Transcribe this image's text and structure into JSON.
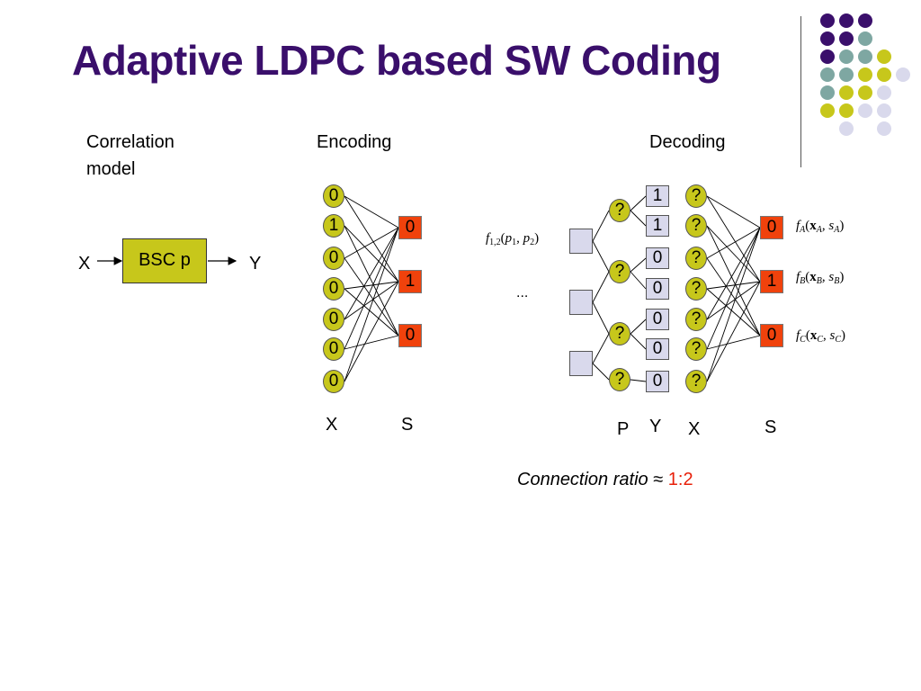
{
  "title": "Adaptive LDPC based SW Coding",
  "correlation": {
    "heading_line1": "Correlation",
    "heading_line2": "model",
    "box_label": "BSC p",
    "input_label": "X",
    "output_label": "Y"
  },
  "encoding": {
    "heading": "Encoding",
    "x_bits": [
      "0",
      "1",
      "0",
      "0",
      "0",
      "0",
      "0"
    ],
    "s_bits": [
      "0",
      "1",
      "0"
    ],
    "x_label": "X",
    "s_label": "S"
  },
  "decoding": {
    "heading": "Decoding",
    "p_factor": "f1,2(p1, p2)",
    "ellipsis": "...",
    "y_bits": [
      "1",
      "1",
      "0",
      "0",
      "0",
      "0",
      "0"
    ],
    "x_unknown": [
      "?",
      "?",
      "?",
      "?",
      "?",
      "?",
      "?"
    ],
    "p_unknown": [
      "?",
      "?",
      "?",
      "?"
    ],
    "s_bits": [
      "0",
      "1",
      "0"
    ],
    "s_funcs": [
      "fA(xA, sA)",
      "fB(xB, sB)",
      "fC(xC, sC)"
    ],
    "labels": {
      "p": "P",
      "y": "Y",
      "x": "X",
      "s": "S"
    }
  },
  "connection_ratio": {
    "text": "Connection ratio",
    "approx": "≈",
    "value": "1:2"
  },
  "colors": {
    "title": "#3a0f6b",
    "olive": "#c7c71b",
    "orange_red": "#f0420c",
    "lavender": "#d9d9ec",
    "purple": "#3a0f6b",
    "teal": "#7ea7a2"
  },
  "decor_dots": [
    [
      "purple",
      "purple",
      "purple",
      null,
      null
    ],
    [
      "purple",
      "purple",
      "teal",
      null,
      null
    ],
    [
      "purple",
      "teal",
      "teal",
      "olive",
      null
    ],
    [
      "teal",
      "teal",
      "olive",
      "olive",
      "lavender"
    ],
    [
      "teal",
      "olive",
      "olive",
      "lavender",
      null
    ],
    [
      "olive",
      "olive",
      "lavender",
      "lavender",
      null
    ],
    [
      null,
      "lavender",
      null,
      "lavender",
      null
    ]
  ]
}
